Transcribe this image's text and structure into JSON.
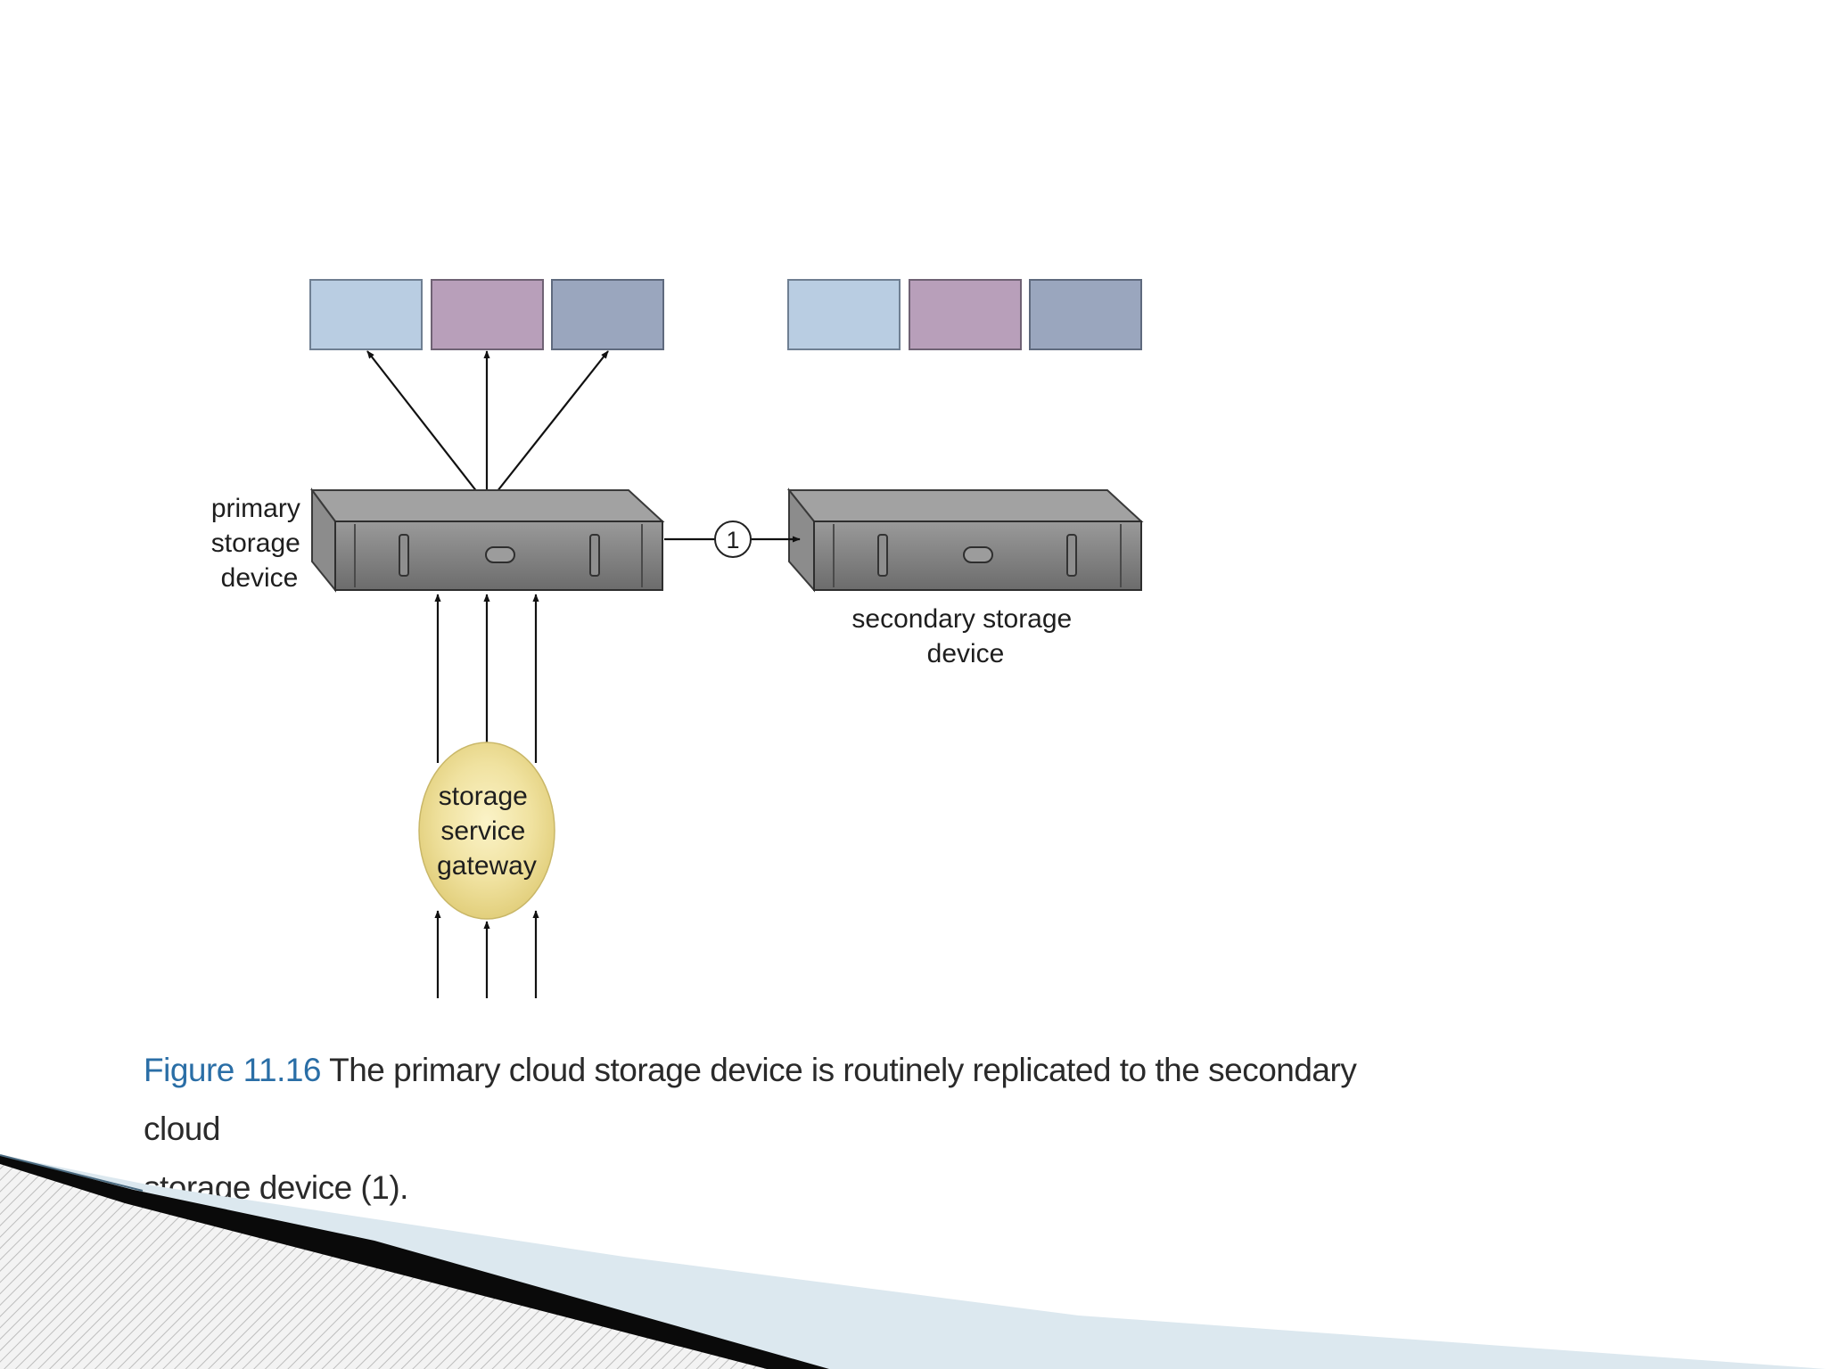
{
  "diagram": {
    "primary_label": [
      "primary",
      "storage",
      "device"
    ],
    "secondary_label": [
      "secondary storage",
      "device"
    ],
    "gateway_label": [
      "storage",
      "service",
      "gateway"
    ],
    "step_marker": "1"
  },
  "caption": {
    "figure_label": "Figure 11.16",
    "line1": " The primary cloud storage device is routinely replicated to the secondary cloud",
    "line2": "storage device (1)."
  },
  "colors": {
    "block_blue": "#b9cde2",
    "block_mauve": "#b89fba",
    "block_slate": "#9aa6be",
    "device_front": "#7b7b7b",
    "device_top": "#a2a2a2",
    "gateway_fill": "#f0e2a0",
    "caption_accent": "#2a6ea6"
  }
}
